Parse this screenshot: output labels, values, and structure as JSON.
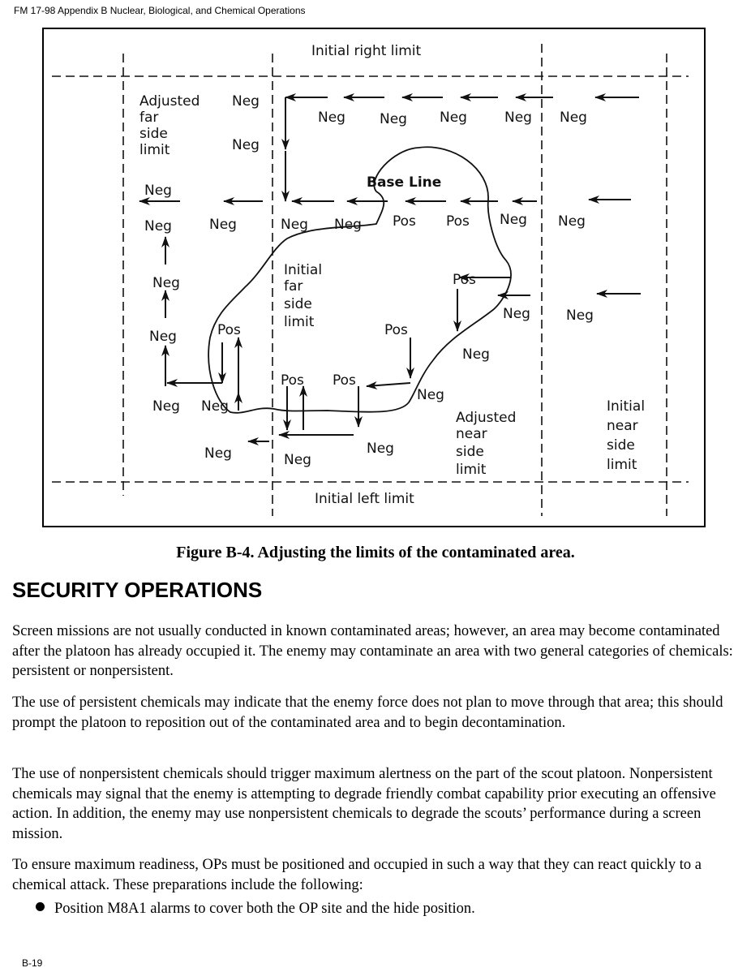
{
  "header": {
    "text": "FM 17-98 Appendix B Nuclear, Biological, and Chemical Operations"
  },
  "figure": {
    "caption": "Figure B-4. Adjusting the limits of the contaminated area.",
    "labels": {
      "initial_right_limit": "Initial right limit",
      "initial_left_limit": "Initial left limit",
      "adjusted_far_1": "Adjusted",
      "adjusted_far_2": "far",
      "adjusted_far_3": "side",
      "adjusted_far_4": "limit",
      "initial_far_1": "Initial",
      "initial_far_2": "far",
      "initial_far_3": "side",
      "initial_far_4": "limit",
      "adjusted_near_1": "Adjusted",
      "adjusted_near_2": "near",
      "adjusted_near_3": "side",
      "adjusted_near_4": "limit",
      "initial_near_1": "Initial",
      "initial_near_2": "near",
      "initial_near_3": "side",
      "initial_near_4": "limit",
      "base_line": "Base Line",
      "neg": "Neg",
      "pos": "Pos"
    }
  },
  "section": {
    "title": "SECURITY OPERATIONS"
  },
  "paragraphs": [
    "Screen missions are not usually conducted in known contaminated areas; however, an area may become contaminated after the platoon has already occupied it. The enemy may contaminate an area with two general categories of chemicals: persistent or nonpersistent.",
    "The use of persistent chemicals may indicate that the enemy force does not plan to move through that area; this should prompt the platoon to reposition out of the contaminated area and to begin decontamination.",
    "The use of nonpersistent chemicals should trigger maximum alertness on the part of the scout platoon. Nonpersistent chemicals may signal that the enemy is attempting to degrade friendly combat capability prior executing an offensive action. In addition, the enemy may use nonpersistent chemicals to degrade the scouts’ performance during a screen mission.",
    "To ensure maximum readiness, OPs must be positioned and occupied in such a way that they can react quickly to a chemical attack. These preparations include the following:"
  ],
  "bullets": [
    "Position M8A1 alarms to cover both the OP site and the hide position."
  ],
  "footer": {
    "page": "B-19"
  }
}
